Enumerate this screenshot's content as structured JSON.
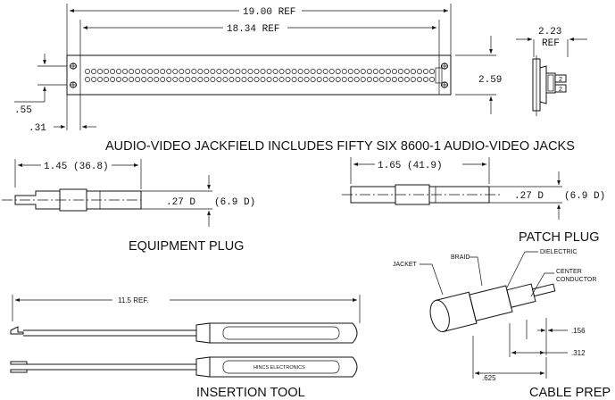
{
  "panel": {
    "dim_overall": "19.00 REF",
    "dim_inner": "18.34 REF",
    "dim_height": "2.59",
    "dim_left_small": ".55",
    "dim_bottom_small": ".31",
    "dim_side_depth": "2.23",
    "dim_side_ref": "REF",
    "caption": "AUDIO-VIDEO JACKFIELD INCLUDES FIFTY SIX 8600-1 AUDIO-VIDEO JACKS"
  },
  "equipment_plug": {
    "length": "1.45 (36.8)",
    "diameter": ".27  D",
    "diameter_metric": "(6.9 D)",
    "caption": "EQUIPMENT PLUG"
  },
  "patch_plug": {
    "length": "1.65 (41.9)",
    "diameter": ".27  D",
    "diameter_metric": "(6.9 D)",
    "caption": "PATCH PLUG"
  },
  "insertion_tool": {
    "length": "11.5 REF.",
    "brand": "HINCS ELECTRONICS",
    "caption": "INSERTION TOOL"
  },
  "cable_prep": {
    "label_jacket": "JACKET",
    "label_braid": "BRAID",
    "label_dielectric": "DIELECTRIC",
    "label_center": "CENTER",
    "label_conductor": "CONDUCTOR",
    "dim_a": ".156",
    "dim_b": ".312",
    "dim_c": ".625",
    "caption": "CABLE PREP"
  }
}
